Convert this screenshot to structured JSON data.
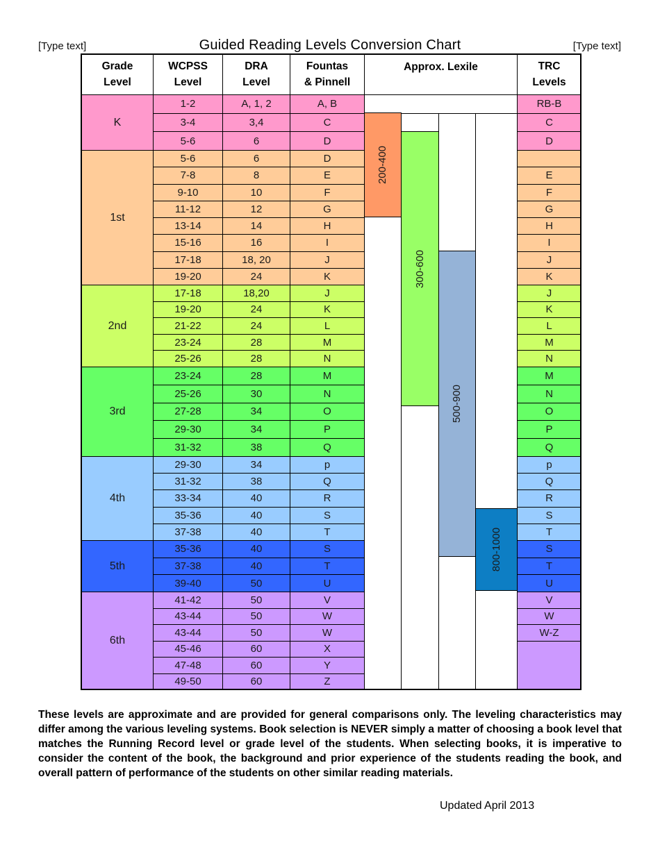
{
  "page": {
    "left_placeholder": "[Type text]",
    "right_placeholder": "[Type text]",
    "title": "Guided Reading Levels Conversion Chart",
    "footer": "These levels are approximate and are provided for general comparisons only.  The leveling characteristics may differ among the various leveling systems.  Book selection is NEVER simply a matter of choosing a book level that matches the Running Record level or grade level of the students. When selecting books, it is imperative to consider the content of the book, the background and prior experience of the students reading the book, and overall pattern of performance of the students on other similar reading materials.",
    "updated": "Updated April 2013"
  },
  "table": {
    "column_headers": [
      "Grade\nLevel",
      "WCPSS\nLevel",
      "DRA\nLevel",
      "Fountas\n& Pinnell",
      "Approx. Lexile",
      "TRC\nLevels"
    ],
    "grades": [
      {
        "label": "K",
        "color": "#FF99CC",
        "rows": [
          [
            "1-2",
            "A, 1, 2",
            "A, B",
            "RB-B"
          ],
          [
            "3-4",
            "3,4",
            "C",
            "C"
          ],
          [
            "5-6",
            "6",
            "D",
            "D"
          ]
        ]
      },
      {
        "label": "1st",
        "color": "#FFCC99",
        "rows": [
          [
            "5-6",
            "6",
            "D",
            ""
          ],
          [
            "7-8",
            "8",
            "E",
            "E"
          ],
          [
            "9-10",
            "10",
            "F",
            "F"
          ],
          [
            "11-12",
            "12",
            "G",
            "G"
          ],
          [
            "13-14",
            "14",
            "H",
            "H"
          ],
          [
            "15-16",
            "16",
            "I",
            "I"
          ],
          [
            "17-18",
            "18, 20",
            "J",
            "J"
          ],
          [
            "19-20",
            "24",
            "K",
            "K"
          ]
        ]
      },
      {
        "label": "2nd",
        "color": "#CCFF66",
        "rows": [
          [
            "17-18",
            "18,20",
            "J",
            "J"
          ],
          [
            "19-20",
            "24",
            "K",
            "K"
          ],
          [
            "21-22",
            "24",
            "L",
            "L"
          ],
          [
            "23-24",
            "28",
            "M",
            "M"
          ],
          [
            "25-26",
            "28",
            "N",
            "N"
          ]
        ]
      },
      {
        "label": "3rd",
        "color": "#66FF66",
        "rows": [
          [
            "23-24",
            "28",
            "M",
            "M"
          ],
          [
            "25-26",
            "30",
            "N",
            "N"
          ],
          [
            "27-28",
            "34",
            "O",
            "O"
          ],
          [
            "29-30",
            "34",
            "P",
            "P"
          ],
          [
            "31-32",
            "38",
            "Q",
            "Q"
          ]
        ]
      },
      {
        "label": "4th",
        "color": "#99CCFF",
        "rows": [
          [
            "29-30",
            "34",
            "p",
            "p"
          ],
          [
            "31-32",
            "38",
            "Q",
            "Q"
          ],
          [
            "33-34",
            "40",
            "R",
            "R"
          ],
          [
            "35-36",
            "40",
            "S",
            "S"
          ],
          [
            "37-38",
            "40",
            "T",
            "T"
          ]
        ]
      },
      {
        "label": "5th",
        "color": "#3366FF",
        "rows": [
          [
            "35-36",
            "40",
            "S",
            "S"
          ],
          [
            "37-38",
            "40",
            "T",
            "T"
          ],
          [
            "39-40",
            "50",
            "U",
            "U"
          ]
        ]
      },
      {
        "label": "6th",
        "color": "#CC99FF",
        "rows": [
          [
            "41-42",
            "50",
            "V",
            "V"
          ],
          [
            "43-44",
            "50",
            "W",
            "W"
          ],
          [
            "43-44",
            "50",
            "W",
            "W-Z"
          ],
          [
            "45-46",
            "60",
            "X",
            null
          ],
          [
            "47-48",
            "60",
            "Y",
            null
          ],
          [
            "49-50",
            "60",
            "Z",
            null
          ]
        ]
      }
    ],
    "lexile_bars": [
      {
        "label": "200-400",
        "color": "#FF9966"
      },
      {
        "label": "300-600",
        "color": "#99FF66"
      },
      {
        "label": "500-900",
        "color": "#95B3D7"
      },
      {
        "label": "800-1000",
        "color": "#0D7EC4"
      }
    ]
  }
}
